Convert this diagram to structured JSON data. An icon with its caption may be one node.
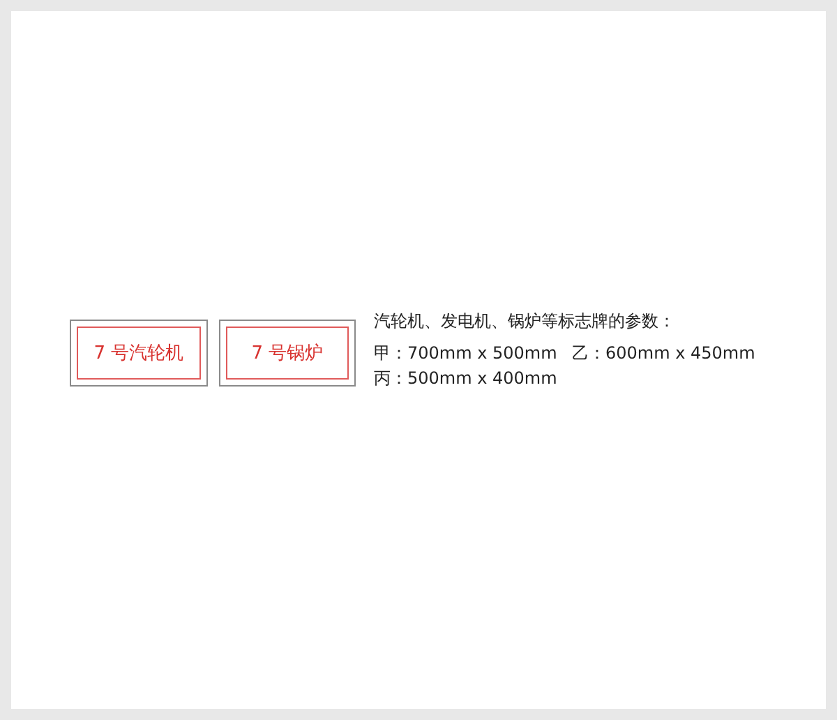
{
  "diagram": {
    "nodes": [
      {
        "text": [
          "7 号汽轮机"
        ]
      },
      {
        "text": [
          "7 号锅炉"
        ]
      }
    ],
    "labels": [
      "汽轮机、发电机、锅炉等标志牌的参数：",
      "甲：700mm x 500mm",
      "乙：600mm x 450mm",
      "丙：500mm x 400mm"
    ]
  }
}
